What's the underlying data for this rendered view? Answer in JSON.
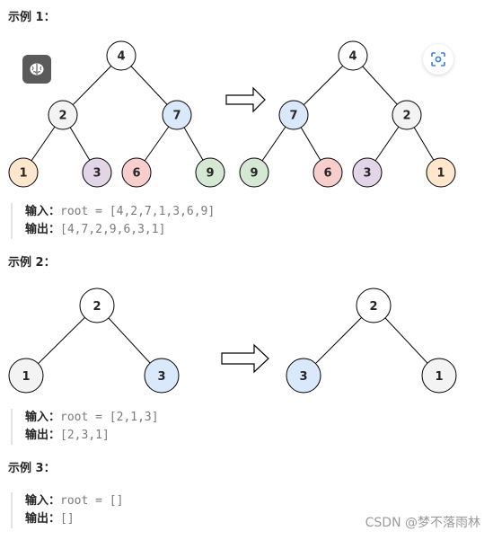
{
  "example1": {
    "heading": "示例 1：",
    "input_label": "输入：",
    "input_value": "root = [4,2,7,1,3,6,9]",
    "output_label": "输出：",
    "output_value": "[4,7,2,9,6,3,1]",
    "before_tree": [
      "4",
      "2",
      "7",
      "1",
      "3",
      "6",
      "9"
    ],
    "after_tree": [
      "4",
      "7",
      "2",
      "9",
      "6",
      "3",
      "1"
    ]
  },
  "example2": {
    "heading": "示例 2：",
    "input_label": "输入：",
    "input_value": "root = [2,1,3]",
    "output_label": "输出：",
    "output_value": "[2,3,1]",
    "before_tree": [
      "2",
      "1",
      "3"
    ],
    "after_tree": [
      "2",
      "3",
      "1"
    ]
  },
  "example3": {
    "heading": "示例 3：",
    "input_label": "输入：",
    "input_value": "root = []",
    "output_label": "输出：",
    "output_value": "[]"
  },
  "icons": {
    "brain": "brain-icon",
    "scan": "scan-icon",
    "arrow": "arrow-right-icon"
  },
  "colors": {
    "white": "#ffffff",
    "gray": "#f3f3f3",
    "blue": "#dae8fc",
    "orange": "#ffe6cc",
    "purple": "#e1d5e7",
    "red": "#f8cecc",
    "green": "#d5e8d4"
  },
  "watermark": "CSDN @梦不落雨林"
}
